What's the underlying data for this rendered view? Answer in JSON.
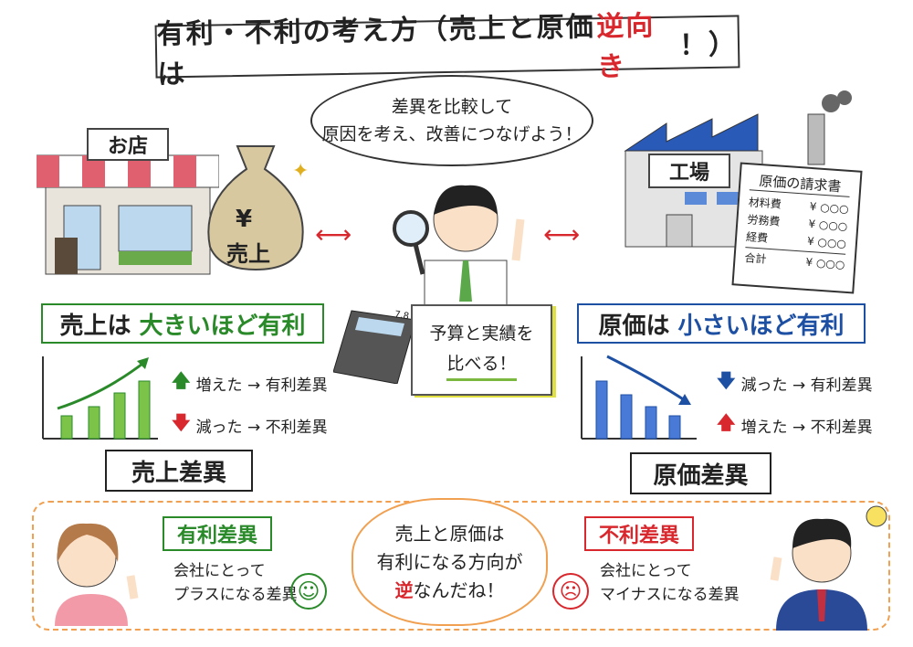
{
  "title": {
    "prefix": "有利・不利の考え方（売上と原価は",
    "highlight": "逆向き",
    "suffix": "！）"
  },
  "speech": {
    "line1": "差異を比較して",
    "line2": "原因を考え、改善につなげよう！"
  },
  "shop": {
    "sign": "お店",
    "bag_symbol": "¥",
    "bag_label": "売上"
  },
  "factory": {
    "sign": "工場"
  },
  "invoice": {
    "title": "原価の請求書",
    "rows": [
      {
        "label": "材料費",
        "value": "¥ ○○○"
      },
      {
        "label": "労務費",
        "value": "¥ ○○○"
      },
      {
        "label": "経費",
        "value": "¥ ○○○"
      }
    ],
    "total": {
      "label": "合計",
      "value": "¥ ○○○"
    }
  },
  "calculator": {
    "display": "7.8"
  },
  "notebook": {
    "line1": "予算と実績を",
    "line2": "比べる！"
  },
  "sales": {
    "heading_a": "売上は",
    "heading_b": "大きいほど",
    "heading_c": "有利",
    "up": "増えた → 有利差異",
    "down": "減った → 不利差異",
    "caption": "売上差異",
    "trend": "increasing"
  },
  "cost": {
    "heading_a": "原価は",
    "heading_b": "小さいほど",
    "heading_c": "有利",
    "down": "減った → 有利差異",
    "up": "増えた → 不利差異",
    "caption": "原価差異",
    "trend": "decreasing"
  },
  "bottom": {
    "favorable": {
      "label": "有利差異",
      "line1": "会社にとって",
      "line2": "プラスになる差異"
    },
    "cloud": {
      "line1": "売上と原価は",
      "line2": "有利になる方向が",
      "line3_red": "逆",
      "line3_rest": "なんだね！"
    },
    "unfavorable": {
      "label": "不利差異",
      "line1": "会社にとって",
      "line2": "マイナスになる差異"
    }
  },
  "colors": {
    "green": "#2a8a2a",
    "blue": "#1d4fa3",
    "red": "#d8282e",
    "orange": "#f0a050"
  }
}
